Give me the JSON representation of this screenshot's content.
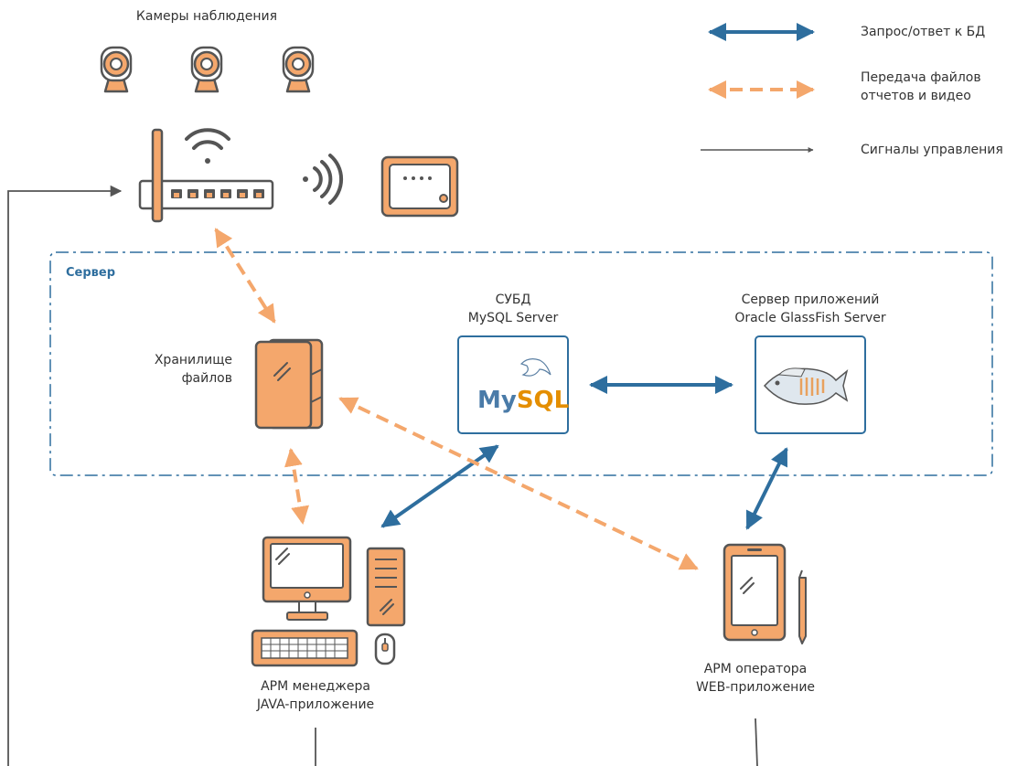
{
  "cameras_title": "Камеры наблюдения",
  "server_group_label": "Сервер",
  "storage": {
    "line1": "Хранилище",
    "line2": "файлов"
  },
  "dbms": {
    "line1": "СУБД",
    "line2": "MySQL Server",
    "logo_text": "MySQL"
  },
  "app_server": {
    "line1": "Сервер приложений",
    "line2": "Oracle GlassFish Server"
  },
  "manager_ws": {
    "line1": "АРМ менеджера",
    "line2": "JAVA-приложение"
  },
  "operator_ws": {
    "line1": "АРМ оператора",
    "line2": "WEB-приложение"
  },
  "legend": {
    "db": "Запрос/ответ к БД",
    "files_line1": "Передача файлов",
    "files_line2": "отчетов и видео",
    "control": "Сигналы управления"
  },
  "colors": {
    "db_arrow": "#2e6e9e",
    "file_arrow": "#f4a76c",
    "control_line": "#555555",
    "icon_fill": "#f4a76c",
    "icon_stroke": "#555555",
    "box_border": "#2e6e9e"
  },
  "icons": [
    "camera-icon",
    "router-icon",
    "wifi-icon",
    "wireless-signal-icon",
    "access-point-icon",
    "file-storage-icon",
    "mysql-logo-icon",
    "glassfish-logo-icon",
    "desktop-pc-icon",
    "tablet-icon"
  ]
}
